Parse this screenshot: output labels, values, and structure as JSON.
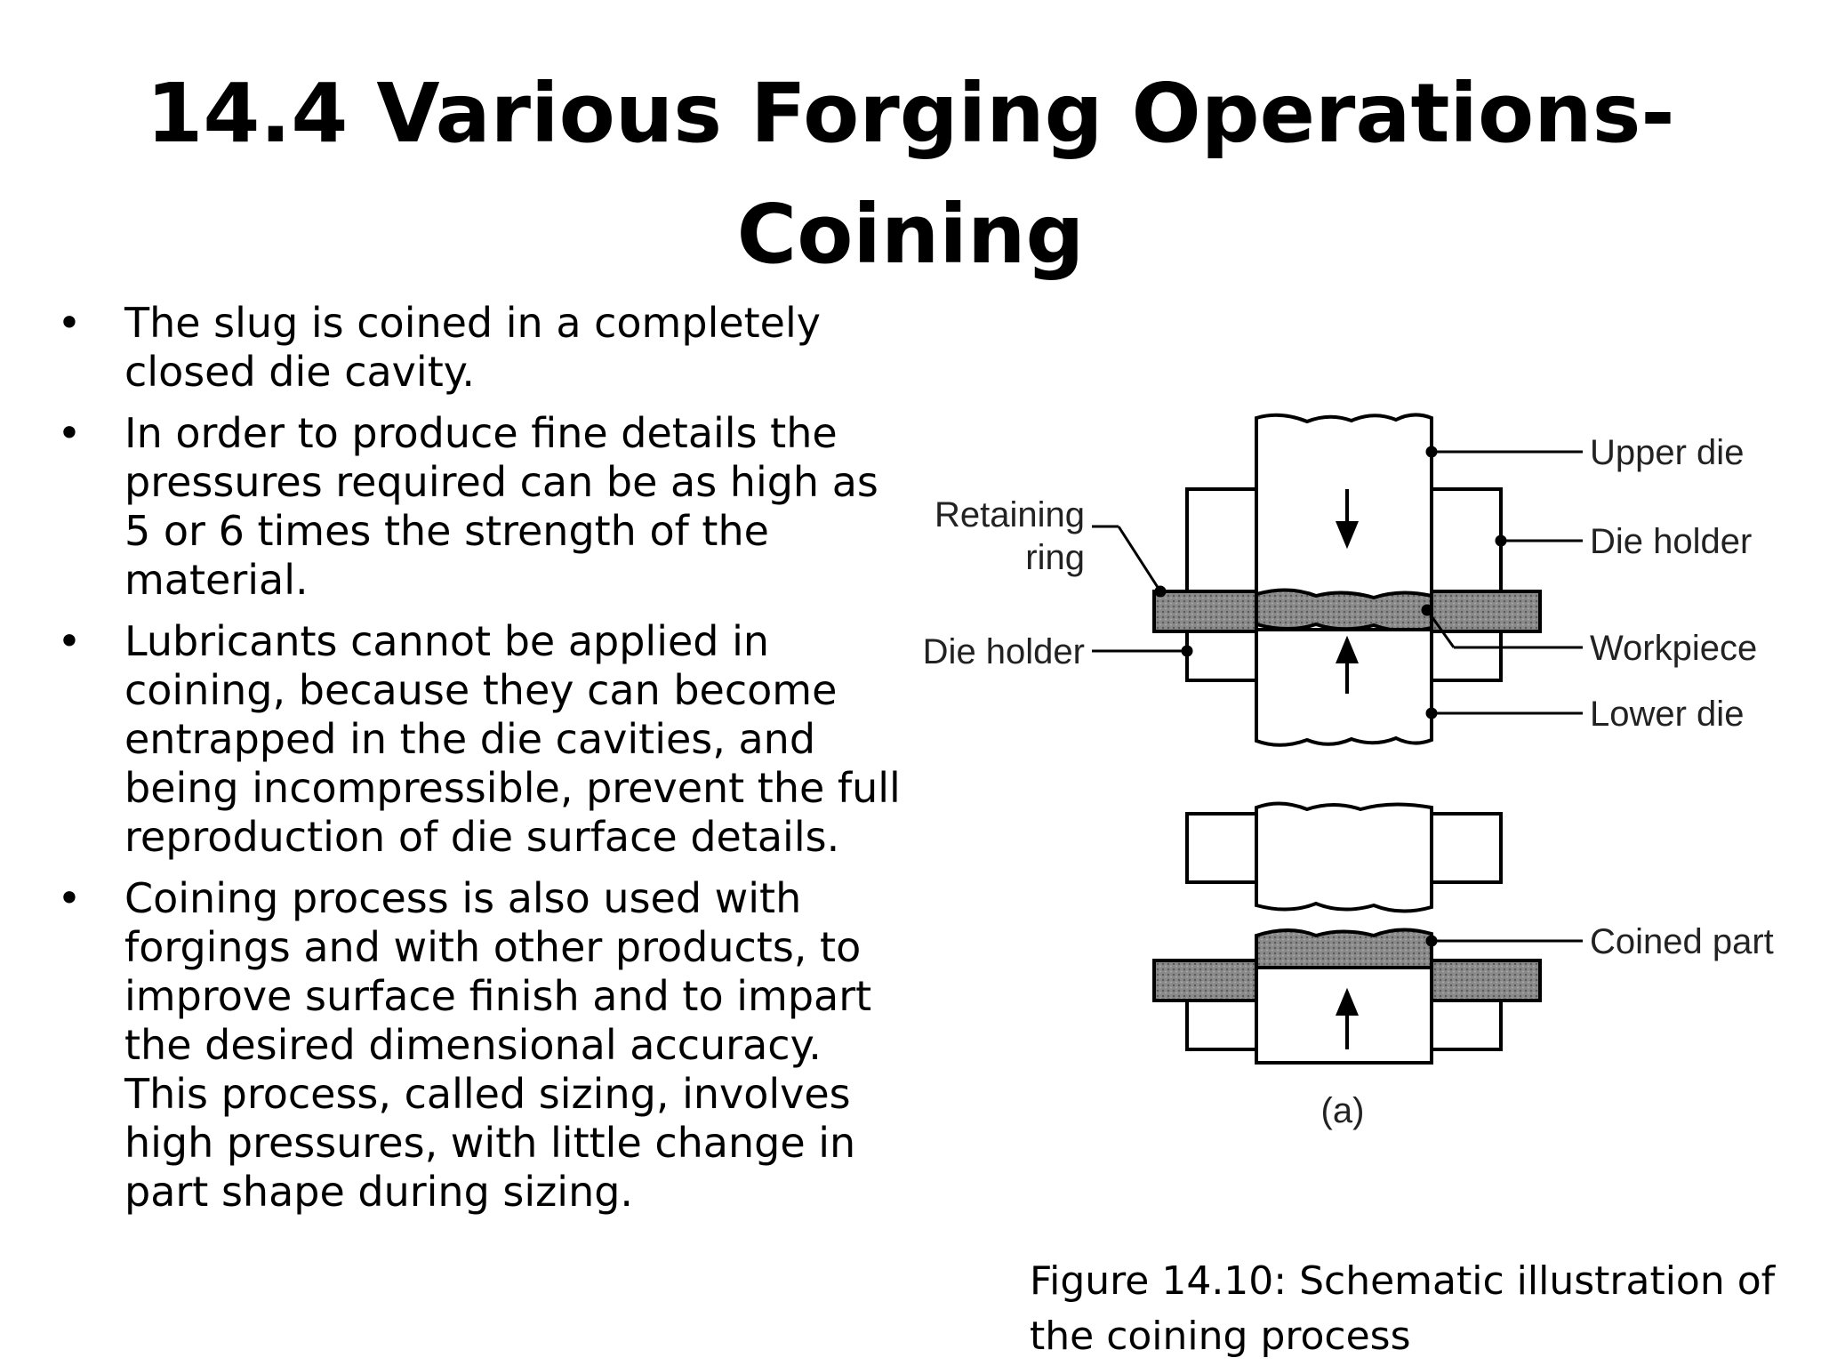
{
  "slide": {
    "title_line1": "14.4 Various Forging Operations-",
    "title_line2": "Coining",
    "bullets": [
      "The slug is coined in a completely closed die cavity.",
      "In order to produce fine details the pressures required can be as high as 5 or 6 times the strength of the material.",
      "Lubricants cannot be applied in coining, because they can become entrapped in the die cavities, and being incompressible, prevent the full reproduction of die surface details.",
      "Coining process is also used with forgings and with other products, to improve surface finish and to impart the desired dimensional accuracy. This process, called sizing, involves high pressures, with little change in part shape during sizing."
    ],
    "bullet_symbol": "•"
  },
  "figure": {
    "labels": {
      "upper_die": "Upper die",
      "die_holder_right": "Die holder",
      "retaining_ring_1": "Retaining",
      "retaining_ring_2": "ring",
      "die_holder_left": "Die holder",
      "workpiece": "Workpiece",
      "lower_die": "Lower die",
      "coined_part": "Coined part",
      "subfig": "(a)"
    },
    "caption_line1": "Figure 14.10: Schematic illustration of",
    "caption_line2": "the coining process"
  }
}
